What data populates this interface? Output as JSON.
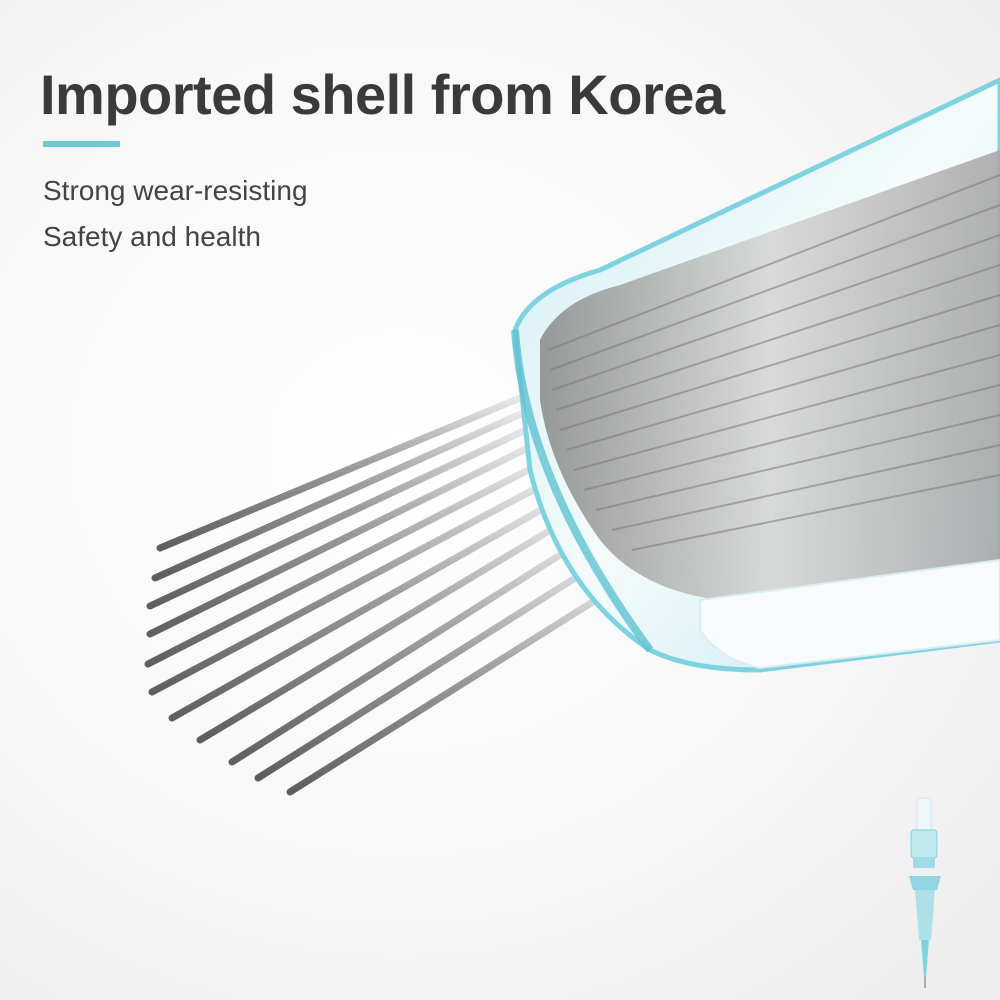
{
  "headline": "Imported shell from Korea",
  "features": [
    "Strong wear-resisting",
    "Safety and health"
  ],
  "colors": {
    "accent": "#6cc9d0",
    "headline_text": "#3a3a3a",
    "body_text": "#444444",
    "shell_blue": "#7fd3e0",
    "needle_steel": "#9a9a9a"
  },
  "product_image": "tattoo-needle-cartridge-closeup",
  "thumbnail_image": "cartridge-full-view-icon"
}
